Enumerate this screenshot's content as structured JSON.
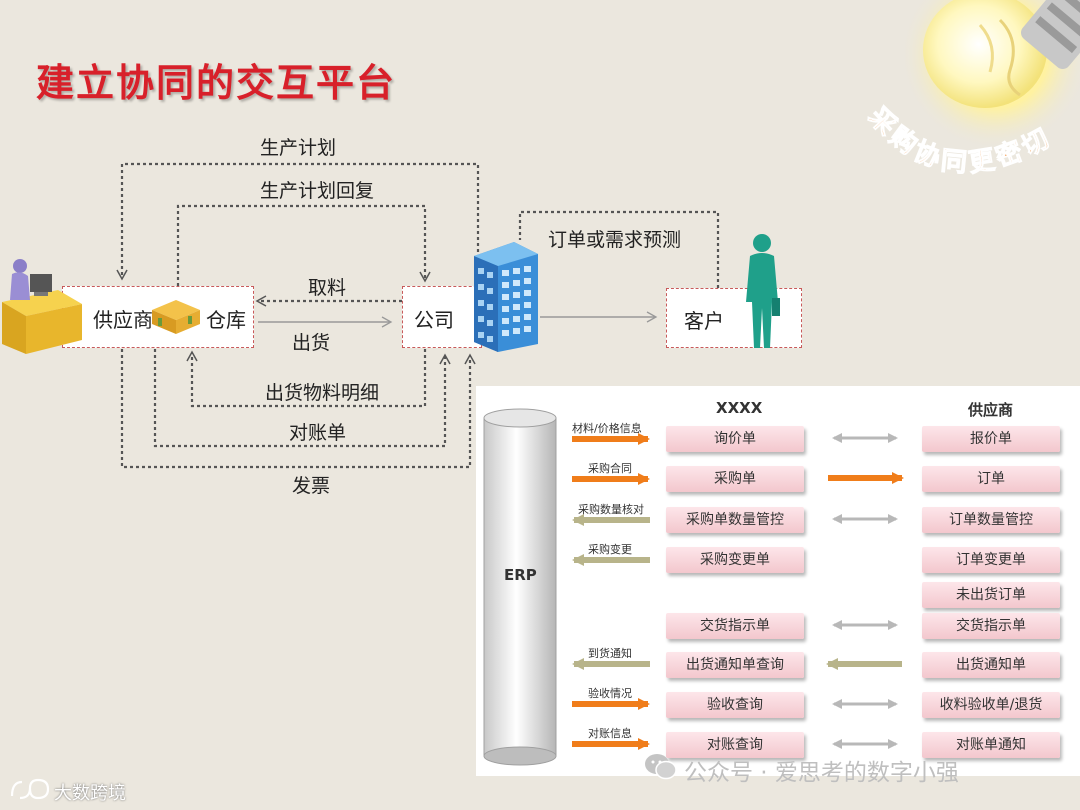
{
  "title": "建立协同的交互平台",
  "slogan": "采购协同更密切",
  "flow": {
    "supplier": "供应商",
    "warehouse": "仓库",
    "company": "公司",
    "customer": "客户",
    "prod_plan": "生产计划",
    "prod_plan_reply": "生产计划回复",
    "order_forecast": "订单或需求预测",
    "pickup": "取料",
    "ship": "出货",
    "ship_detail": "出货物料明细",
    "statement": "对账单",
    "invoice": "发票"
  },
  "panel": {
    "erp": "ERP",
    "col_left": "XXXX",
    "col_right": "供应商",
    "rows": [
      {
        "tag": "材料/价格信息",
        "left": "询价单",
        "right": "报价单"
      },
      {
        "tag": "采购合同",
        "left": "采购单",
        "right": "订单"
      },
      {
        "tag": "采购数量核对",
        "left": "采购单数量管控",
        "right": "订单数量管控"
      },
      {
        "tag": "采购变更",
        "left": "采购变更单",
        "right": "订单变更单"
      },
      {
        "tag": "",
        "left": "",
        "right": "未出货订单"
      },
      {
        "tag": "",
        "left": "交货指示单",
        "right": "交货指示单"
      },
      {
        "tag": "到货通知",
        "left": "出货通知单查询",
        "right": "出货通知单"
      },
      {
        "tag": "验收情况",
        "left": "验收查询",
        "right": "收料验收单/退货"
      },
      {
        "tag": "对账信息",
        "left": "对账查询",
        "right": "对账单通知"
      }
    ]
  },
  "watermark": {
    "wechat": "公众号 · 爱思考的数字小强",
    "brand": "大数跨境"
  },
  "colors": {
    "title_red": "#d8202a",
    "slogan_orange": "#f07d1a",
    "arrow_orange": "#f07d1a",
    "arrow_olive": "#b8b48a",
    "arrow_gray": "#b8b8b8",
    "button_pink": "#f3c7cd"
  }
}
